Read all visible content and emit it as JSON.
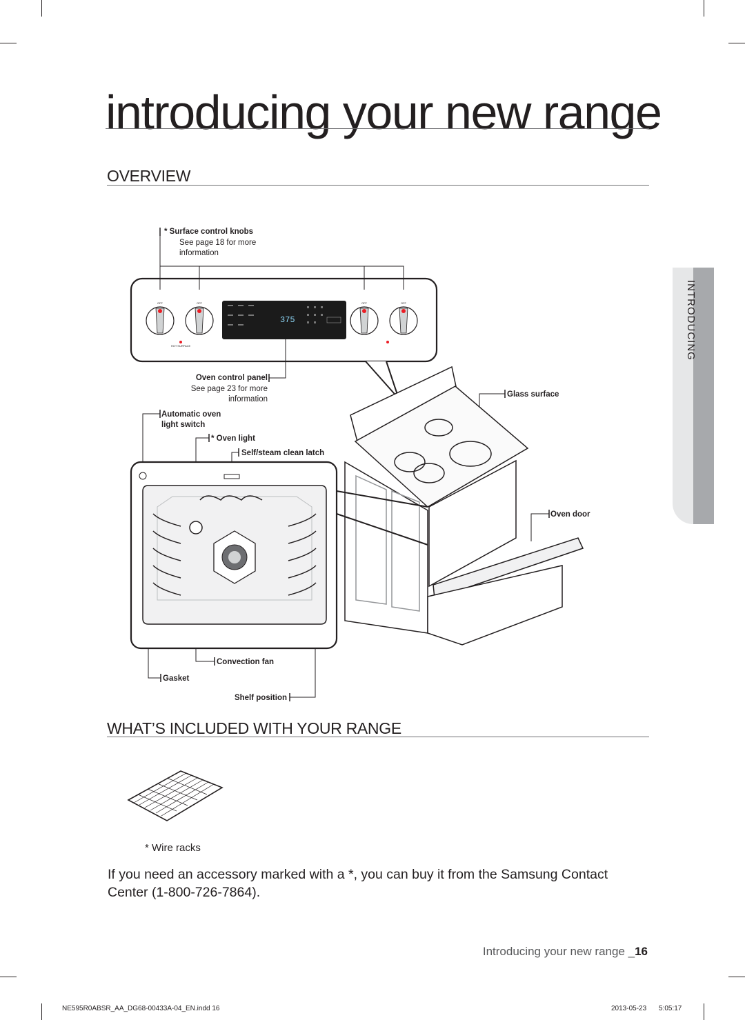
{
  "page": {
    "title": "introducing your new range",
    "side_tab": "INTRODUCING"
  },
  "sections": {
    "overview": "OVERVIEW",
    "included": "WHAT’S INCLUDED WITH YOUR RANGE"
  },
  "callouts": {
    "surface_knobs": "* Surface control knobs",
    "surface_knobs_sub1": "See page 18 for more",
    "surface_knobs_sub2": "information",
    "oven_control_panel": "Oven control panel",
    "oven_control_panel_sub1": "See page 23 for more",
    "oven_control_panel_sub2": "information",
    "auto_light_1": "Automatic oven",
    "auto_light_2": "light switch",
    "oven_light": "* Oven light",
    "latch": "Self/steam clean latch",
    "glass_surface": "Glass surface",
    "oven_door": "Oven door",
    "convection_fan": "Convection fan",
    "gasket": "Gasket",
    "shelf_position": "Shelf position"
  },
  "panel": {
    "display": "375",
    "knob_off": "OFF",
    "hot_surface": "HOT SURFACE"
  },
  "included": {
    "wire_racks": "* Wire racks"
  },
  "notice": "If you need an accessory marked with a *, you can buy it from the Samsung Contact Center (1-800-726-7864).",
  "footer": {
    "label": "Introducing your new range _",
    "page_number": "16"
  },
  "slug": {
    "file": "NE595R0ABSR_AA_DG68-00433A-04_EN.indd   16",
    "date": "2013-05-23",
    "time": "5:05:17"
  },
  "colors": {
    "text": "#231f20",
    "rule": "#6d6e71",
    "tab_light": "#e6e7e8",
    "tab_dark": "#a7a9ac",
    "knob_red": "#ed1c24"
  }
}
